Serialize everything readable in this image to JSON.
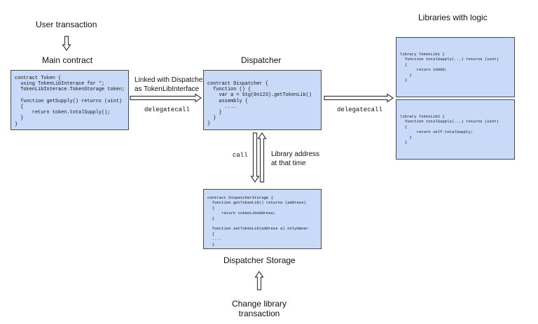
{
  "labels": {
    "user_transaction": "User transaction",
    "main_contract": "Main contract",
    "dispatcher": "Dispatcher",
    "libraries_with_logic": "Libraries with logic",
    "dispatcher_storage": "Dispatcher Storage",
    "change_library_line1": "Change library",
    "change_library_line2": "transaction",
    "linked_line1": "Linked with Dispatcher",
    "linked_line2": "as TokenLibInterface",
    "delegatecall_1": "delegatecall",
    "delegatecall_2": "delegatecall",
    "call": "call",
    "library_address_line1": "Library address",
    "library_address_line2": "at that time"
  },
  "code": {
    "main_contract": "contract Token {\n  using TokenLibInterace for *;\n  TokenLibInterace.TokenStorage token;\n\n  function getSupply() returns (uint)\n  {\n      return token.totalSupply();\n  }\n}",
    "dispatcher": "contract Dispatcher {\n  function () {\n    var a = Stg(0x123).getTokenLib()\n    assembly {\n      ....\n    }\n  }\n}",
    "token_lib1": "library TokenLib1 {\n  function totalSupply(...) returns (uint)\n  {\n       return 10000;\n    }\n  }",
    "token_lib2": "library TokenLib2 {\n  function totalSupply(...) returns (uint)\n  {\n       return self.totalSupply;\n    }\n  }",
    "dispatcher_storage": "contract DispatcherStorage {\n  function getTokenLib() returns (address)\n  {\n      return tokenLibAddress;\n  }\n\n  function setTokenLib(address a) onlyOwner\n  {\n  ....\n  }"
  },
  "colors": {
    "box_fill": "#c9daf8",
    "box_border": "#4a4a4a",
    "arrow_fill": "#ffffff",
    "arrow_stroke": "#3a3a3a"
  }
}
